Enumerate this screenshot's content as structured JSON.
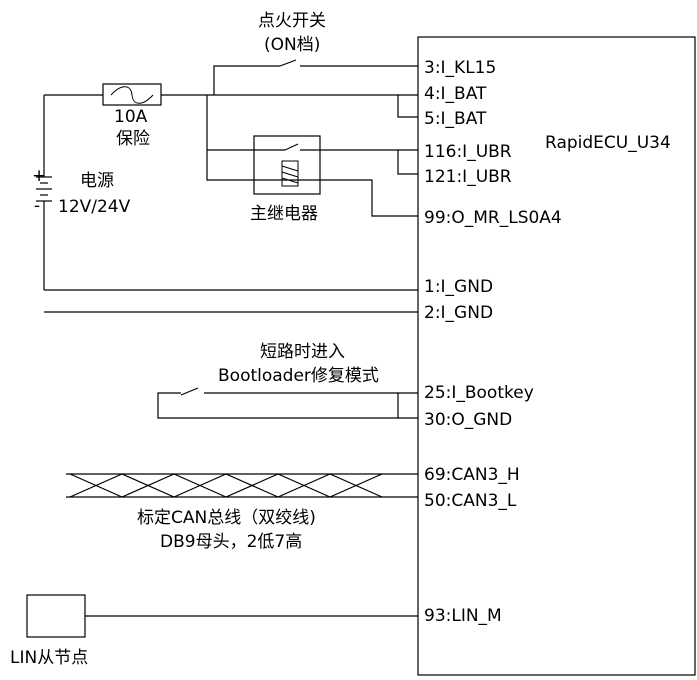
{
  "ecu": {
    "name": "RapidECU_U34",
    "pins": {
      "kl15": "3:I_KL15",
      "bat1": "4:I_BAT",
      "bat2": "5:I_BAT",
      "ubr1": "116:I_UBR",
      "ubr2": "121:I_UBR",
      "mr": "99:O_MR_LS0A4",
      "gnd1": "1:I_GND",
      "gnd2": "2:I_GND",
      "bootkey": "25:I_Bootkey",
      "ognd": "30:O_GND",
      "canh": "69:CAN3_H",
      "canl": "50:CAN3_L",
      "lin": "93:LIN_M"
    }
  },
  "ignition_switch": {
    "line1": "点火开关",
    "line2": "(ON档)"
  },
  "fuse": {
    "line1": "10A",
    "line2": "保险"
  },
  "power": {
    "line1": "电源",
    "line2": "12V/24V",
    "plus": "+",
    "minus": "-"
  },
  "relay": {
    "label": "主继电器"
  },
  "boot": {
    "line1": "短路时进入",
    "line2": "Bootloader修复模式"
  },
  "can": {
    "line1": "标定CAN总线（双绞线)",
    "line2": "DB9母头，2低7高"
  },
  "lin_node": {
    "label": "LIN从节点"
  }
}
